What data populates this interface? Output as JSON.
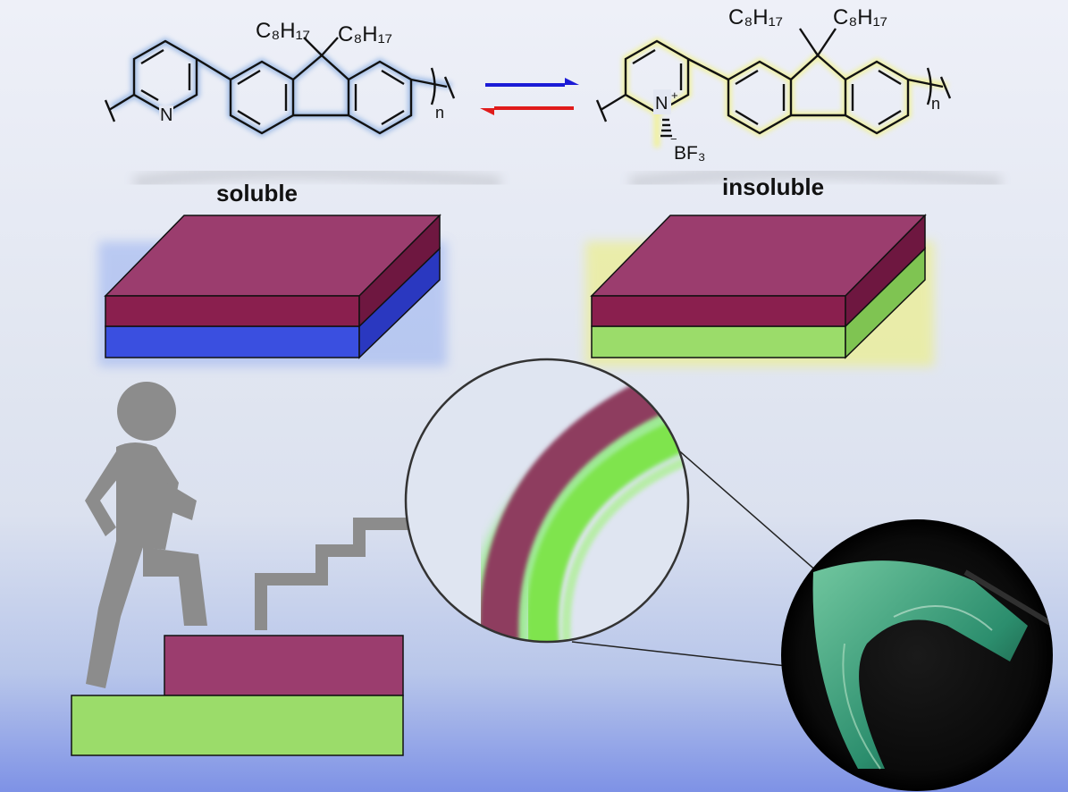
{
  "left_polymer": {
    "alkyl_1": "C₈H₁₇",
    "alkyl_2": "C₈H₁₇",
    "nitrogen": "N",
    "repeat": "n",
    "glow_color": "#5b8fd6"
  },
  "right_polymer": {
    "alkyl_1": "C₈H₁₇",
    "alkyl_2": "C₈H₁₇",
    "nitrogen": "N",
    "lewis_acid": "BF₃",
    "repeat": "n",
    "glow_color": "#f2f28a"
  },
  "equilibrium": {
    "forward_color": "#1b1bd6",
    "reverse_color": "#e01b1b"
  },
  "labels": {
    "left": "soluble",
    "right": "insoluble"
  },
  "colors": {
    "top_layer": "#9b3d6e",
    "top_layer_dark": "#7a1f4f",
    "blue_layer": "#3a4fe0",
    "green_layer": "#9bdc6a",
    "figure_gray": "#8c8c8c"
  }
}
